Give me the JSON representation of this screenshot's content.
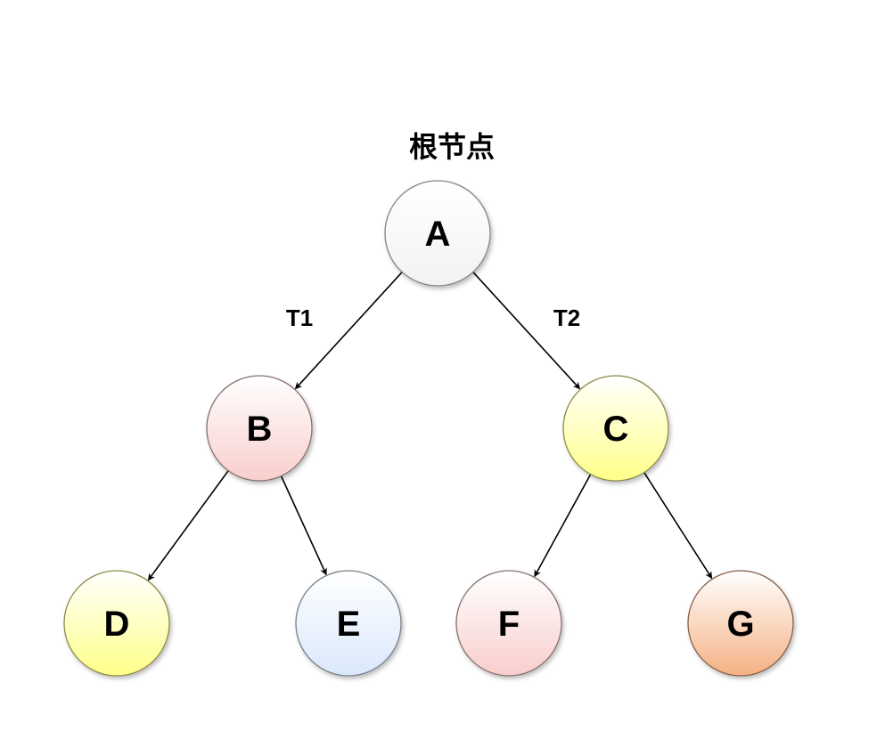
{
  "diagram": {
    "title": "根节点",
    "nodes": [
      {
        "id": "A",
        "label": "A",
        "color": "#f2f2f2"
      },
      {
        "id": "B",
        "label": "B",
        "color": "#f8cecc"
      },
      {
        "id": "C",
        "label": "C",
        "color": "#ffff88"
      },
      {
        "id": "D",
        "label": "D",
        "color": "#ffff88"
      },
      {
        "id": "E",
        "label": "E",
        "color": "#dae8fc"
      },
      {
        "id": "F",
        "label": "F",
        "color": "#f8cecc"
      },
      {
        "id": "G",
        "label": "G",
        "color": "#f4b183"
      }
    ],
    "edges": [
      {
        "from": "A",
        "to": "B",
        "label": "T1"
      },
      {
        "from": "A",
        "to": "C",
        "label": "T2"
      },
      {
        "from": "B",
        "to": "D",
        "label": ""
      },
      {
        "from": "B",
        "to": "E",
        "label": ""
      },
      {
        "from": "C",
        "to": "F",
        "label": ""
      },
      {
        "from": "C",
        "to": "G",
        "label": ""
      }
    ]
  }
}
